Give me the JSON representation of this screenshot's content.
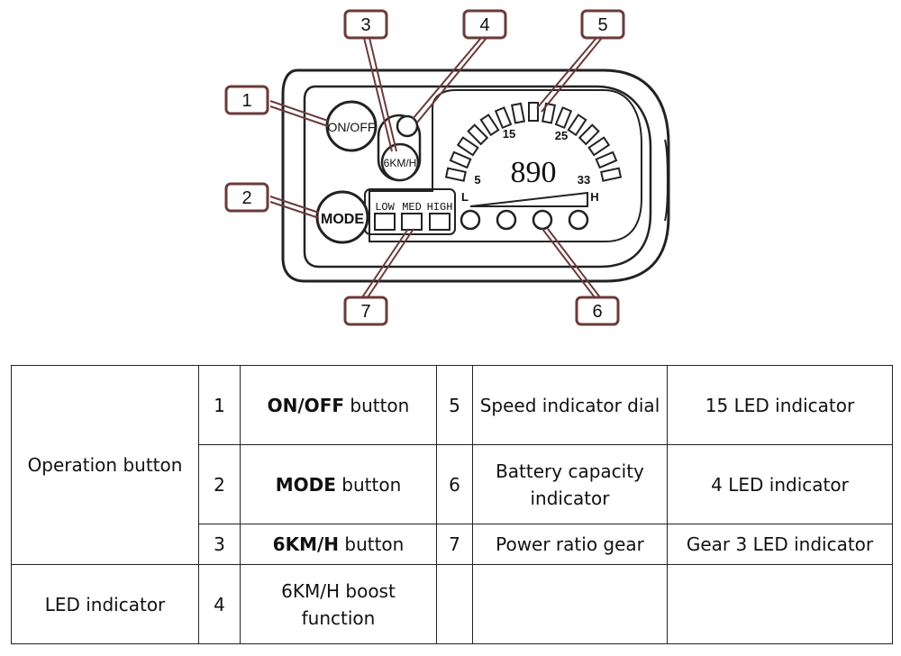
{
  "diagram": {
    "buttons": {
      "onoff": "ON/OFF",
      "mode": "MODE",
      "boost": "6KM/H"
    },
    "gear_labels": [
      "LOW",
      "MED",
      "HIGH"
    ],
    "speed_ticks": [
      "5",
      "15",
      "25",
      "33"
    ],
    "speed_value": "890",
    "battery_range": {
      "low": "L",
      "high": "H"
    },
    "callouts": [
      "1",
      "2",
      "3",
      "4",
      "5",
      "6",
      "7"
    ]
  },
  "table": {
    "rows": [
      {
        "category": "Operation button",
        "num": "1",
        "name_bold": "ON/OFF",
        "name_rest": " button",
        "num2": "5",
        "item2": "Speed indicator dial",
        "desc": "15 LED indicator"
      },
      {
        "num": "2",
        "name_bold": "MODE",
        "name_rest": " button",
        "num2": "6",
        "item2": "Battery capacity indicator",
        "desc": "4 LED indicator"
      },
      {
        "num": "3",
        "name_bold": "6KM/H",
        "name_rest": " button",
        "num2": "7",
        "item2": "Power ratio gear",
        "desc": "Gear 3 LED indicator"
      },
      {
        "category": "LED indicator",
        "num": "4",
        "name": "6KM/H boost function",
        "num2": "",
        "item2": "",
        "desc": ""
      }
    ]
  }
}
